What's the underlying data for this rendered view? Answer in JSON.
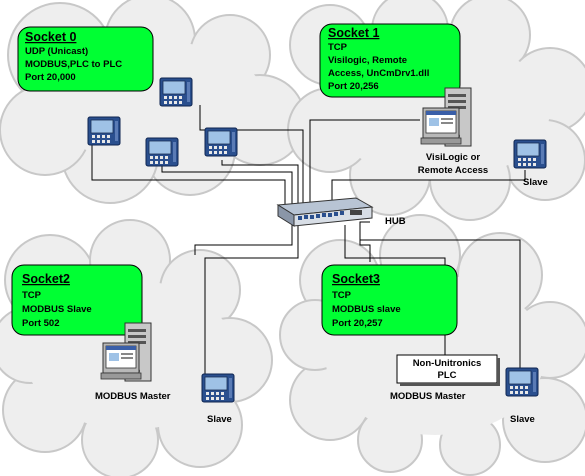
{
  "colors": {
    "socket_box": "#00ff33",
    "cloud": "#eeeeee",
    "cloud_shadow": "#c8c8c8",
    "plc_body": "#2a4f8e",
    "screen": "#9fc2e6",
    "pc_case": "#c8c8c8"
  },
  "sockets": [
    {
      "title": "Socket 0",
      "lines": [
        "UDP (Unicast)",
        "MODBUS,PLC to PLC",
        "Port 20,000"
      ]
    },
    {
      "title": "Socket 1",
      "lines": [
        "TCP",
        "Visilogic, Remote",
        "Access, UnCmDrv1.dll",
        "Port 20,256"
      ]
    },
    {
      "title": "Socket2",
      "lines": [
        "TCP",
        "MODBUS Slave",
        "Port 502"
      ]
    },
    {
      "title": "Socket3",
      "lines": [
        "TCP",
        "MODBUS slave",
        "Port 20,257"
      ]
    }
  ],
  "labels": {
    "hub": "HUB",
    "visilogic": [
      "VisiLogic or",
      "Remote Access"
    ],
    "slave_top_right": "Slave",
    "modbus_master_left": "MODBUS Master",
    "slave_bottom_mid": "Slave",
    "non_unitronics": [
      "Non-Unitronics",
      "PLC"
    ],
    "modbus_master_right": "MODBUS Master",
    "slave_bottom_right": "Slave"
  }
}
